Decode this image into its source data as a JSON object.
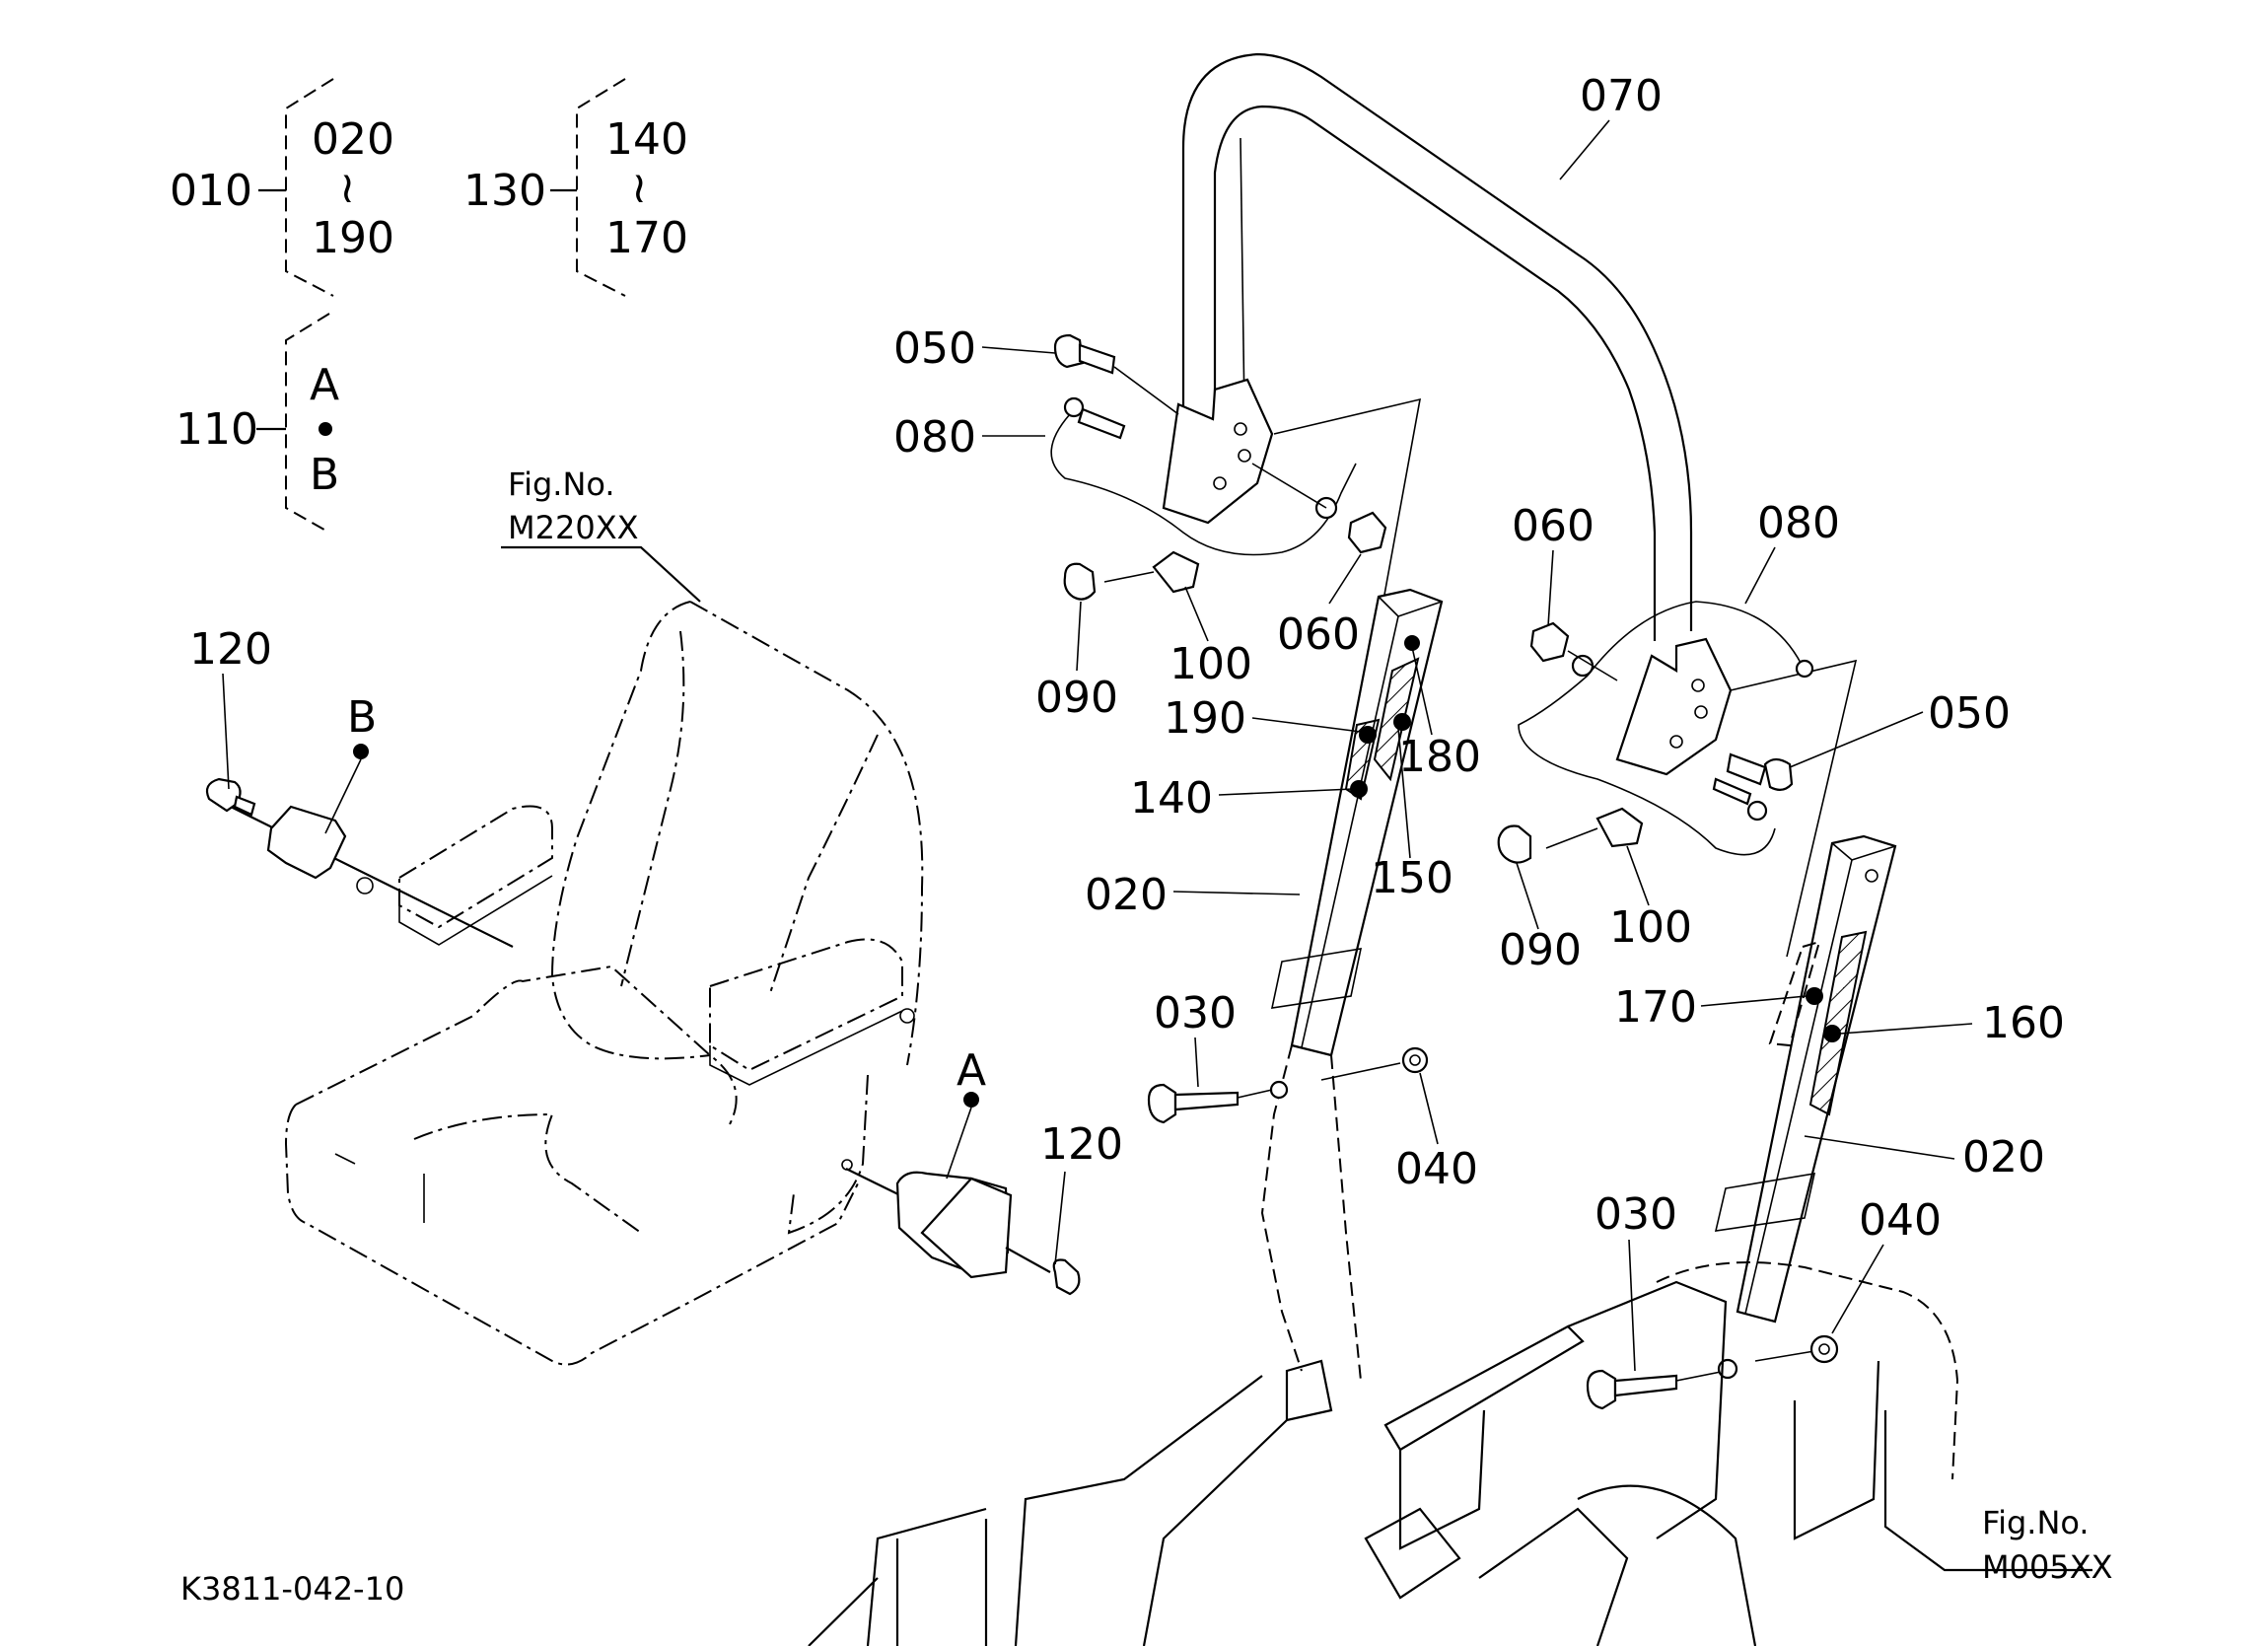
{
  "diagram": {
    "drawing_number": "K3811-042-10",
    "colors": {
      "line": "#000000",
      "background": "#ffffff"
    },
    "assembly_groups": [
      {
        "parent": "010",
        "range_start": "020",
        "range_sep": "≀",
        "range_end": "190"
      },
      {
        "parent": "130",
        "range_start": "140",
        "range_sep": "≀",
        "range_end": "170"
      },
      {
        "parent": "110",
        "range_start": "A",
        "range_sep": "•",
        "range_end": "B"
      }
    ],
    "figure_refs": [
      {
        "caption": "Fig.No.",
        "number": "M220XX"
      },
      {
        "caption": "Fig.No.",
        "number": "M005XX"
      }
    ],
    "callouts": {
      "rollbar": "070",
      "bolt_left": "050",
      "pin_left": "080",
      "nut_left": "060",
      "bracket_left": "100",
      "knob_left": "090",
      "label_190": "190",
      "label_180": "180",
      "label_140": "140",
      "label_150": "150",
      "post_left": "020",
      "pivot_bolt_left": "030",
      "bushing_left": "040",
      "nut_right": "060",
      "pin_right": "080",
      "bolt_right": "050",
      "knob_right": "090",
      "bracket_right": "100",
      "label_170": "170",
      "label_160": "160",
      "post_right": "020",
      "pivot_bolt_right": "030",
      "bushing_right": "040",
      "seat_bolt_left": "120",
      "seat_bolt_right": "120",
      "switch_b": "B",
      "switch_a": "A"
    }
  }
}
